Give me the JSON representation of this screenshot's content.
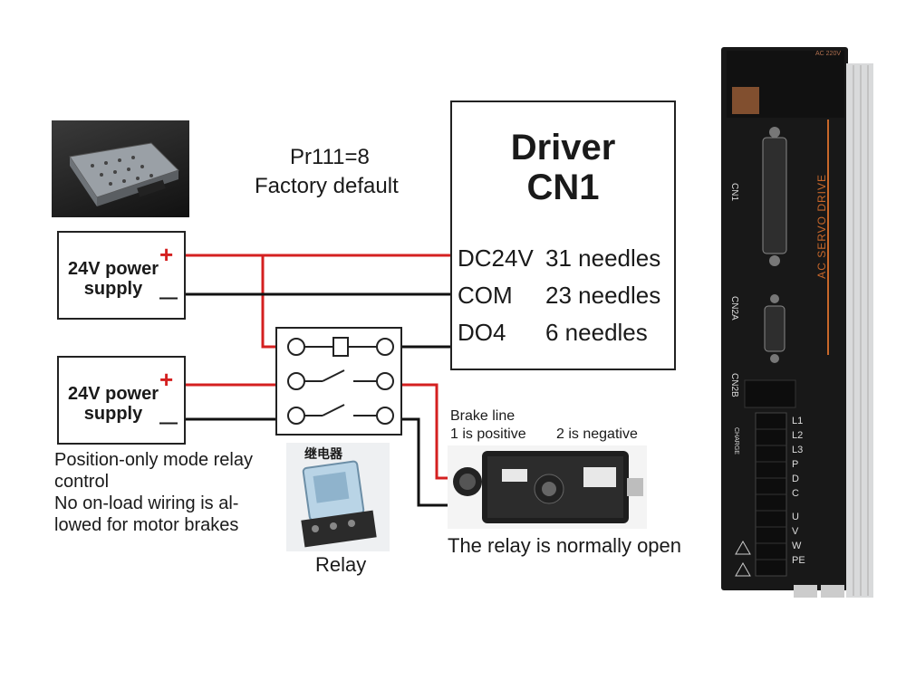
{
  "parameter": {
    "line1": "Pr111=8",
    "line2": "Factory default"
  },
  "power_supply_1": {
    "label_line1": "24V power",
    "label_line2": "supply",
    "plus": "+",
    "minus": "—"
  },
  "power_supply_2": {
    "label_line1": "24V power",
    "label_line2": "supply",
    "plus": "+",
    "minus": "—"
  },
  "driver": {
    "title_line1": "Driver",
    "title_line2": "CN1",
    "rows": [
      {
        "signal": "DC24V",
        "pin": "31 needles"
      },
      {
        "signal": "COM",
        "pin": "23 needles"
      },
      {
        "signal": "DO4",
        "pin": "6 needles"
      }
    ]
  },
  "brake": {
    "line1": "Brake line",
    "line2": "1 is positive",
    "negative": "2 is negative"
  },
  "notes": {
    "line1": "Position-only mode relay",
    "line2": "control",
    "line3": "No on-load wiring is al-",
    "line4": "lowed for motor brakes"
  },
  "relay_photo": {
    "header": "继电器",
    "caption": "Relay"
  },
  "motor_caption": "The relay is normally open",
  "servo_drive": {
    "brand_text": "AC SERVO DRIVE",
    "top_label": "AC 220V",
    "ports": [
      "CN1",
      "CN2A",
      "CN2B",
      "CHARGE"
    ],
    "terminals": [
      "L1",
      "L2",
      "L3",
      "P",
      "D",
      "C",
      "U",
      "V",
      "W",
      "PE"
    ]
  },
  "colors": {
    "positive_wire": "#d42020",
    "negative_wire": "#111111",
    "accent": "#c8672a"
  }
}
